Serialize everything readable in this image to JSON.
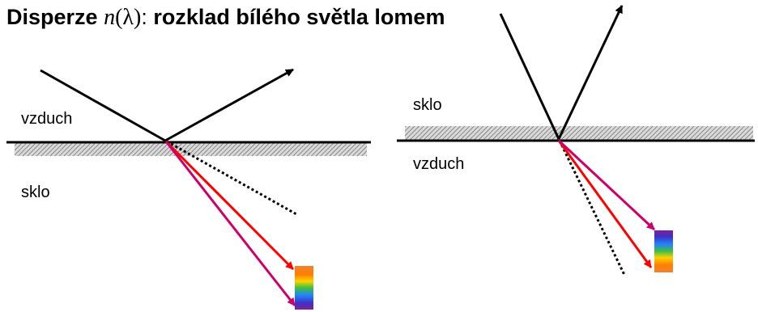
{
  "title": {
    "bold_prefix": "Disperze",
    "symbol_n": "n",
    "symbol_lambda": "(λ)",
    "colon": ":",
    "bold_rest": "rozklad bílého světla lomem"
  },
  "left_panel": {
    "upper_medium": "vzduch",
    "lower_medium": "sklo"
  },
  "right_panel": {
    "upper_medium": "sklo",
    "lower_medium": "vzduch"
  },
  "colors": {
    "red_ray": "#ff0000",
    "violet_ray": "#cc0066",
    "ray": "#000000",
    "hatch": "#555555"
  }
}
